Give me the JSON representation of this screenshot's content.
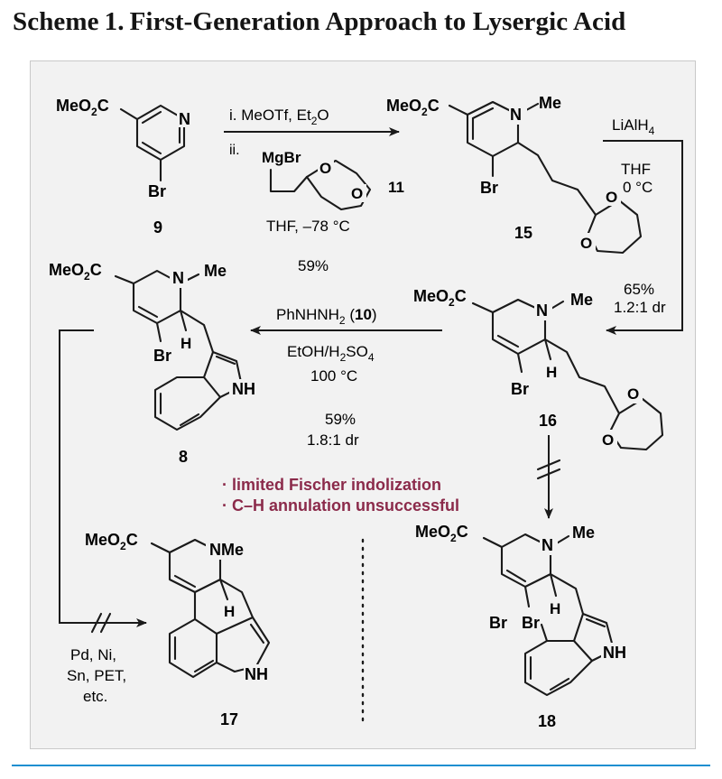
{
  "title": {
    "prefix": "Scheme",
    "number": "1.",
    "text": "First-Generation Approach to Lysergic Acid"
  },
  "colors": {
    "panel_bg": "#f2f2f2",
    "panel_border": "#c9c9c9",
    "rule": "#1f8fd0",
    "note": "#8b2a4a",
    "ink": "#1a1a1a"
  },
  "compounds": {
    "c9": {
      "id": "9",
      "ester": "MeO",
      "ester_sub": "2",
      "ester_tail": "C",
      "n": "N",
      "br": "Br"
    },
    "c15": {
      "id": "15",
      "ester": "MeO",
      "ester_sub": "2",
      "ester_tail": "C",
      "n": "N",
      "me": "Me",
      "br": "Br",
      "o1": "O",
      "o2": "O"
    },
    "c16": {
      "id": "16",
      "ester": "MeO",
      "ester_sub": "2",
      "ester_tail": "C",
      "n": "N",
      "me": "Me",
      "h": "H",
      "br": "Br",
      "o1": "O",
      "o2": "O"
    },
    "c8": {
      "id": "8",
      "ester": "MeO",
      "ester_sub": "2",
      "ester_tail": "C",
      "n": "N",
      "me": "Me",
      "h": "H",
      "br": "Br",
      "nh": "NH"
    },
    "c17": {
      "id": "17",
      "ester": "MeO",
      "ester_sub": "2",
      "ester_tail": "C",
      "nme": "NMe",
      "h": "H",
      "nh": "NH"
    },
    "c18": {
      "id": "18",
      "ester": "MeO",
      "ester_sub": "2",
      "ester_tail": "C",
      "n": "N",
      "me": "Me",
      "h": "H",
      "br1": "Br",
      "br2": "Br",
      "nh": "NH"
    },
    "c11": {
      "id": "11",
      "mgbr": "MgBr",
      "o1": "O",
      "o2": "O"
    }
  },
  "steps": {
    "s1": {
      "line1": "i. MeOTf, Et",
      "line1_sub": "2",
      "line1_tail": "O",
      "line2": "ii.",
      "line3": "THF, –78 °C",
      "yield": "59%"
    },
    "s2": {
      "reagent": "LiAlH",
      "reagent_sub": "4",
      "solvent": "THF",
      "temp": "0 °C",
      "yield": "65%",
      "dr": "1.2:1 dr"
    },
    "s3": {
      "reagent": "PhNHNH",
      "reagent_sub": "2",
      "reagent_ref_open": " (",
      "reagent_ref": "10",
      "reagent_ref_close": ")",
      "solvent": "EtOH/H",
      "solvent_sub1": "2",
      "solvent_mid": "SO",
      "solvent_sub2": "4",
      "temp": "100 °C",
      "yield": "59%",
      "dr": "1.8:1 dr"
    },
    "s4": {
      "line1": "Pd, Ni,",
      "line2": "Sn, PET,",
      "line3": "etc."
    }
  },
  "notes": {
    "n1": "· limited Fischer indolization",
    "n2": "· C–H annulation unsuccessful"
  }
}
